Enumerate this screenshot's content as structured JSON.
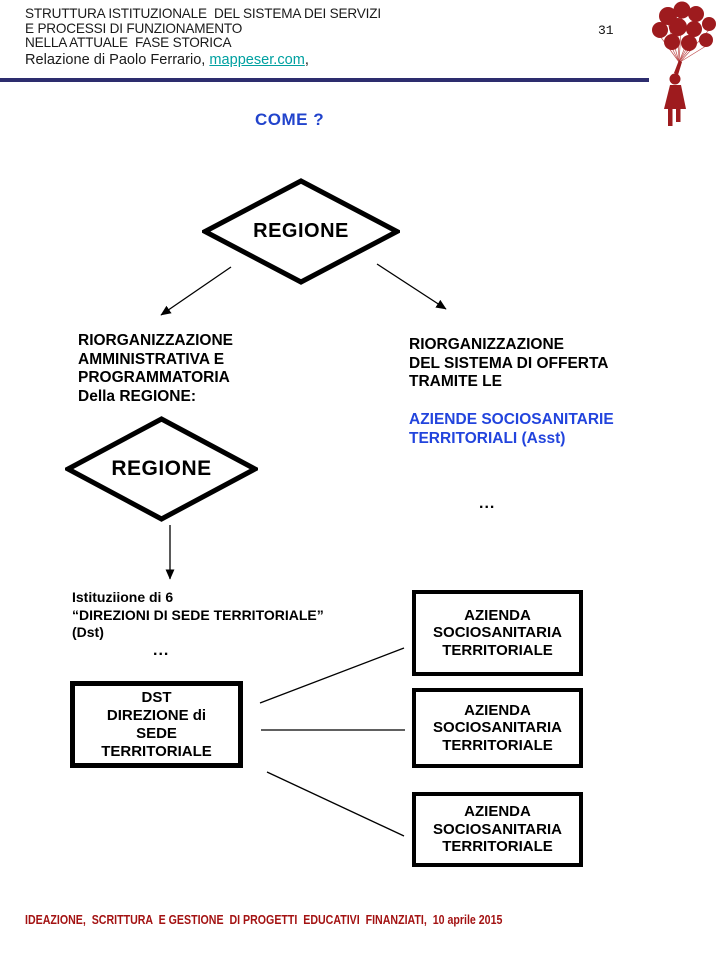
{
  "page": {
    "number": "31"
  },
  "header": {
    "title_lines": [
      "STRUTTURA ISTITUZIONALE  DEL SISTEMA DEI SERVIZI",
      "E PROCESSI DI FUNZIONAMENTO",
      "NELLA ATTUALE  FASE STORICA"
    ],
    "subtitle_prefix": "Relazione di Paolo Ferrario, ",
    "link_text": "mappeser.com",
    "subtitle_suffix": ","
  },
  "diagram": {
    "question": "COME ?",
    "diamond_top_label": "REGIONE",
    "diamond_left_label": "REGIONE",
    "left_branch_lines": [
      "RIORGANIZZAZIONE",
      "AMMINISTRATIVA E",
      "PROGRAMMATORIA",
      "Della REGIONE:"
    ],
    "right_branch_lines": [
      "RIORGANIZZAZIONE",
      "DEL SISTEMA DI OFFERTA",
      "TRAMITE LE"
    ],
    "right_branch_blue_lines": [
      "AZIENDE SOCIOSANITARIE",
      "TERRITORIALI (Asst)"
    ],
    "ellipsis_right": "...",
    "ellipsis_left": "...",
    "institution_lines": [
      "Istituziione di 6",
      "“DIREZIONI DI SEDE TERRITORIALE”",
      "(Dst)"
    ],
    "dst_box_lines": [
      "DST",
      "DIREZIONE di",
      "SEDE",
      "TERRITORIALE"
    ],
    "azienda_boxes": [
      {
        "lines": [
          "AZIENDA",
          "SOCIOSANITARIA",
          "TERRITORIALE"
        ]
      },
      {
        "lines": [
          "AZIENDA",
          "SOCIOSANITARIA",
          "TERRITORIALE"
        ]
      },
      {
        "lines": [
          "AZIENDA",
          "SOCIOSANITARIA",
          "TERRITORIALE"
        ]
      }
    ]
  },
  "footer": {
    "text": "IDEAZIONE,  SCRITTURA  E GESTIONE  DI PROGETTI  EDUCATIVI  FINANZIATI,  10 aprile 2015"
  },
  "colors": {
    "accent_blue": "#2244cc",
    "link_teal": "#00a0a0",
    "divider_navy": "#2d2d6e",
    "footer_red": "#a31212",
    "balloon_red": "#9e1b1e"
  }
}
